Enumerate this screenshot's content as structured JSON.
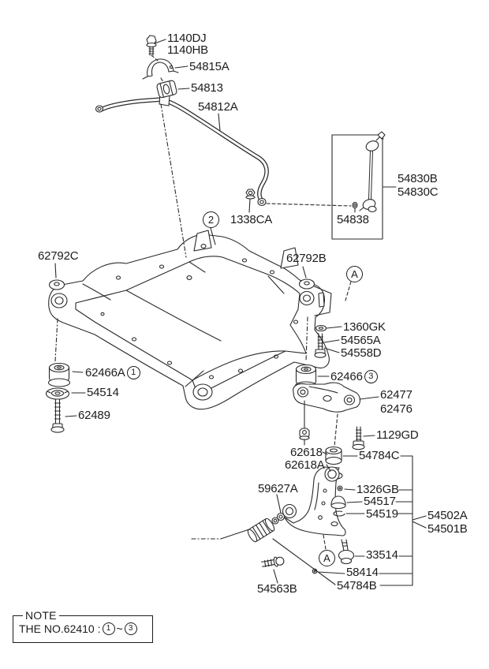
{
  "labels": {
    "l1140dj": "1140DJ",
    "l1140hb": "1140HB",
    "l54815a": "54815A",
    "l54813": "54813",
    "l54812a": "54812A",
    "l54830b": "54830B",
    "l54830c": "54830C",
    "l54838": "54838",
    "l1338ca": "1338CA",
    "l62792c": "62792C",
    "l62792b": "62792B",
    "l1360gk": "1360GK",
    "l54565a": "54565A",
    "l54558d": "54558D",
    "l62466a": "62466A",
    "l54514": "54514",
    "l62489": "62489",
    "l62466": "62466",
    "l62477": "62477",
    "l62476": "62476",
    "l1129gd": "1129GD",
    "l62618": "62618",
    "l62618a": "62618A",
    "l54784c": "54784C",
    "l59627a": "59627A",
    "l1326gb": "1326GB",
    "l54517": "54517",
    "l54519": "54519",
    "l54502a": "54502A",
    "l54501b": "54501B",
    "l33514": "33514",
    "l58414": "58414",
    "l54784b": "54784B",
    "l54563b": "54563B"
  },
  "markers": {
    "m1": "1",
    "m2": "2",
    "m3": "3",
    "mA": "A"
  },
  "note": {
    "title": "NOTE",
    "text": "THE NO.62410 :",
    "from": "1",
    "tilde": "~",
    "to": "3"
  },
  "colors": {
    "line": "#2a2a2a",
    "background": "#ffffff"
  }
}
